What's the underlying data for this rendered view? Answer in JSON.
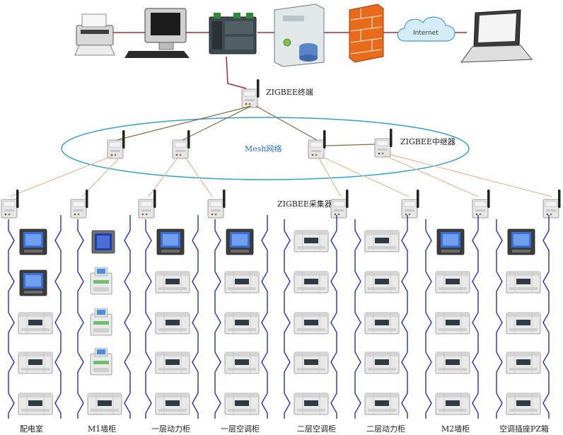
{
  "nodes": {
    "internet": "Internet",
    "zigbee_terminal": "ZIGBEE终端",
    "mesh_network": "Mesh网络",
    "zigbee_repeater": "ZIGBEE中继器",
    "zigbee_collector": "ZIGBEE采集器"
  },
  "columns": [
    {
      "label": "配电室",
      "devices": [
        "panel",
        "panel",
        "din",
        "din",
        "din"
      ]
    },
    {
      "label": "M1墙柜",
      "devices": [
        "panel-small",
        "module",
        "module",
        "module",
        "din"
      ]
    },
    {
      "label": "一层动力柜",
      "devices": [
        "panel",
        "din",
        "din",
        "din",
        "din"
      ]
    },
    {
      "label": "一层空调柜",
      "devices": [
        "panel",
        "din",
        "din",
        "din",
        "din"
      ]
    },
    {
      "label": "二层空调柜",
      "devices": [
        "din",
        "din",
        "din",
        "din",
        "din"
      ]
    },
    {
      "label": "二层动力柜",
      "devices": [
        "din",
        "din",
        "din",
        "din",
        "din"
      ]
    },
    {
      "label": "M2墙柜",
      "devices": [
        "panel",
        "din",
        "din",
        "din",
        "din"
      ]
    },
    {
      "label": "空调插座PZ箱",
      "devices": [
        "panel",
        "din",
        "din",
        "din",
        "din"
      ]
    }
  ],
  "colors": {
    "network_link": "#b0283a",
    "mesh_link": "#8a6a3a",
    "mesh_ellipse": "#2fa2d8",
    "bus_line": "#1f2fc8",
    "spur_line": "#e8b890",
    "firewall": "#e86a1a"
  },
  "icons": [
    "printer-icon",
    "workstation-icon",
    "switch-icon",
    "server-icon",
    "firewall-icon",
    "cloud-icon",
    "laptop-icon",
    "zigbee-module-icon",
    "meter-icon"
  ]
}
